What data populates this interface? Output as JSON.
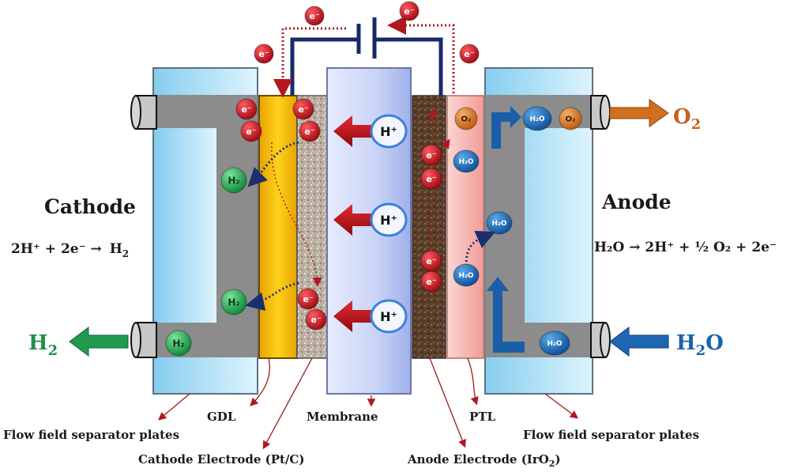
{
  "diagram": {
    "title": "PEM water electrolyzer schematic",
    "sides": {
      "cathode": {
        "label": "Cathode",
        "reaction": {
          "lhs": "2H⁺ + 2e⁻ →",
          "rhs_main": "H",
          "rhs_sub": "2"
        },
        "output": {
          "main": "H",
          "sub": "2",
          "color": "#1f8f4a"
        }
      },
      "anode": {
        "label": "Anode",
        "reaction": "H₂O → 2H⁺ + ½ O₂ + 2e⁻",
        "output_o2": {
          "main": "O",
          "sub": "2",
          "color": "#c8601c"
        },
        "input_h2o": {
          "main": "H",
          "sub": "2",
          "tail": "O",
          "color": "#1a63a8"
        }
      }
    },
    "molecules": {
      "electron": "e⁻",
      "proton": "H⁺",
      "hydrogen": "H₂",
      "oxygen": "O₂",
      "water": "H₂O"
    },
    "captions": {
      "flow_field_left": "Flow field separator plates",
      "gdl": "GDL",
      "cathode_electrode": "Cathode Electrode (Pt/C)",
      "membrane": "Membrane",
      "anode_electrode_main": "Anode Electrode (IrO",
      "anode_electrode_sub": "2",
      "anode_electrode_end": ")",
      "ptl": "PTL",
      "flow_field_right": "Flow field separator plates"
    },
    "colors": {
      "plate_blue": "#a9dcf5",
      "channel_gray": "#8c8c8c",
      "gdl_gold": "#f2b705",
      "membrane": "#c9d4f7",
      "anode_electrode": "#6b4a33",
      "ptl_pink": "#f6b7b3",
      "electron_red": "#c4121b",
      "circuit_navy": "#172a6b",
      "h2_green": "#1e9a4a",
      "o2_orange": "#d3721e",
      "h2o_blue": "#1d6cb8"
    }
  }
}
